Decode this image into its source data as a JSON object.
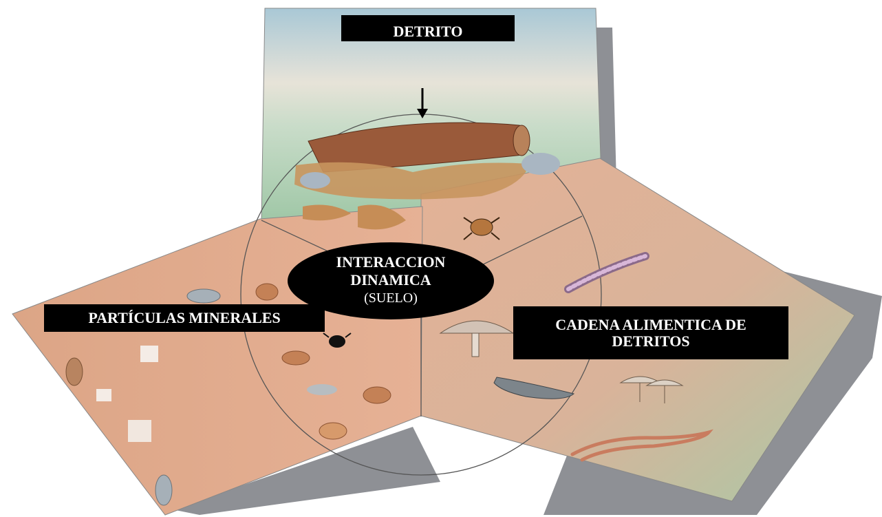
{
  "panels": {
    "top": {
      "label": "DETRITO"
    },
    "left": {
      "label": "PARTÍCULAS MINERALES"
    },
    "right": {
      "label_line1": "CADENA ALIMENTICA DE",
      "label_line2": "DETRITOS"
    }
  },
  "center": {
    "line1": "INTERACCION",
    "line2": "DINAMICA",
    "line3": "(SUELO)"
  },
  "colors": {
    "soil": "#e0a98a",
    "grass": "#9ec9a8",
    "sky": "#c9dfe6",
    "shadow": "#8e9095",
    "label_bg": "#000000",
    "label_text": "#ffffff"
  }
}
